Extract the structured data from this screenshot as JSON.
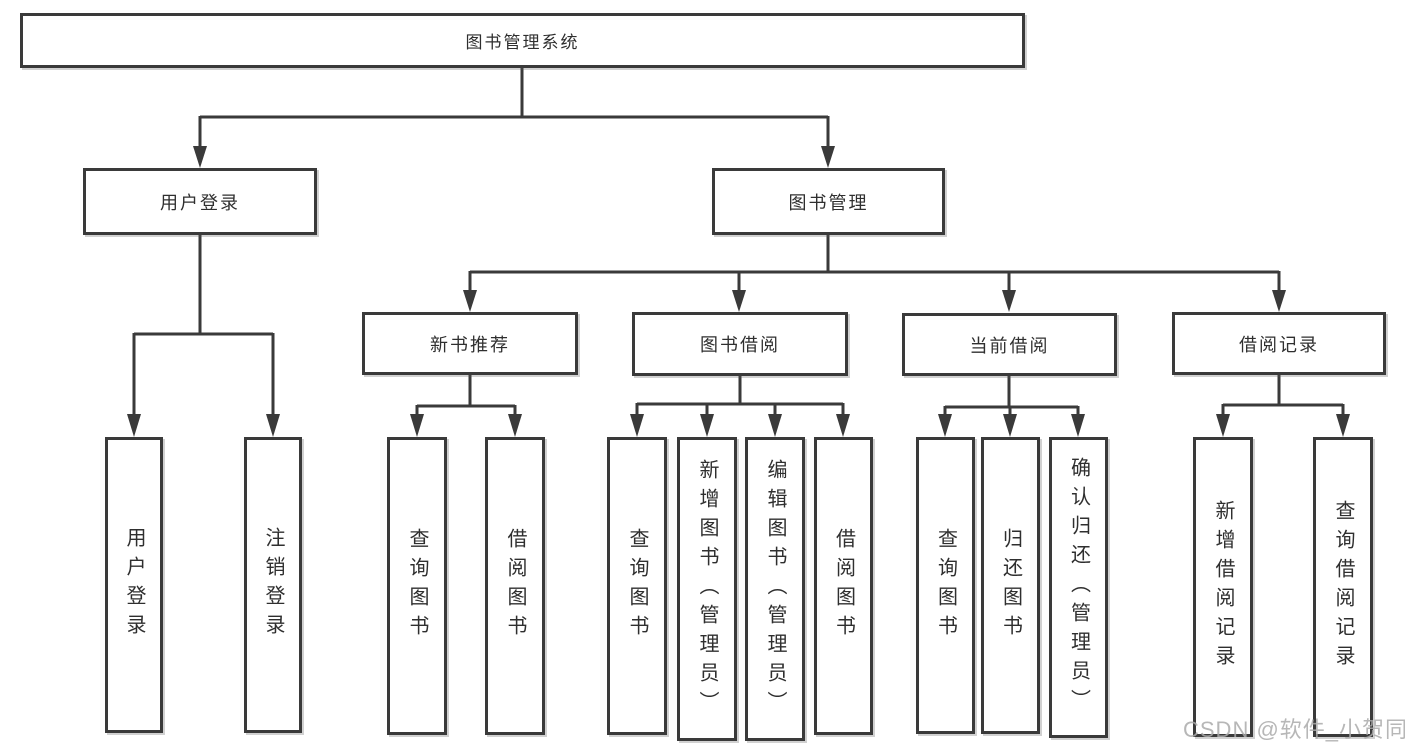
{
  "diagram": {
    "tree": {
      "label": "图书管理系统",
      "children": [
        {
          "label": "用户登录",
          "children": [
            {
              "label": "用户登录"
            },
            {
              "label": "注销登录"
            }
          ]
        },
        {
          "label": "图书管理",
          "children": [
            {
              "label": "新书推荐",
              "children": [
                {
                  "label": "查询图书"
                },
                {
                  "label": "借阅图书"
                }
              ]
            },
            {
              "label": "图书借阅",
              "children": [
                {
                  "label": "查询图书"
                },
                {
                  "label": "新增图书（管理员）"
                },
                {
                  "label": "编辑图书（管理员）"
                },
                {
                  "label": "借阅图书"
                }
              ]
            },
            {
              "label": "当前借阅",
              "children": [
                {
                  "label": "查询图书"
                },
                {
                  "label": "归还图书"
                },
                {
                  "label": "确认归还（管理员）"
                }
              ]
            },
            {
              "label": "借阅记录",
              "children": [
                {
                  "label": "新增借阅记录"
                },
                {
                  "label": "查询借阅记录"
                }
              ]
            }
          ]
        }
      ]
    },
    "watermark": "CSDN @软件_小贺同学",
    "colors": {
      "line": "#3a3a3a",
      "box_border": "#3a3a3a",
      "box_background": "#ffffff",
      "text": "#2f2f2f",
      "watermark": "#aaaaaa"
    }
  }
}
